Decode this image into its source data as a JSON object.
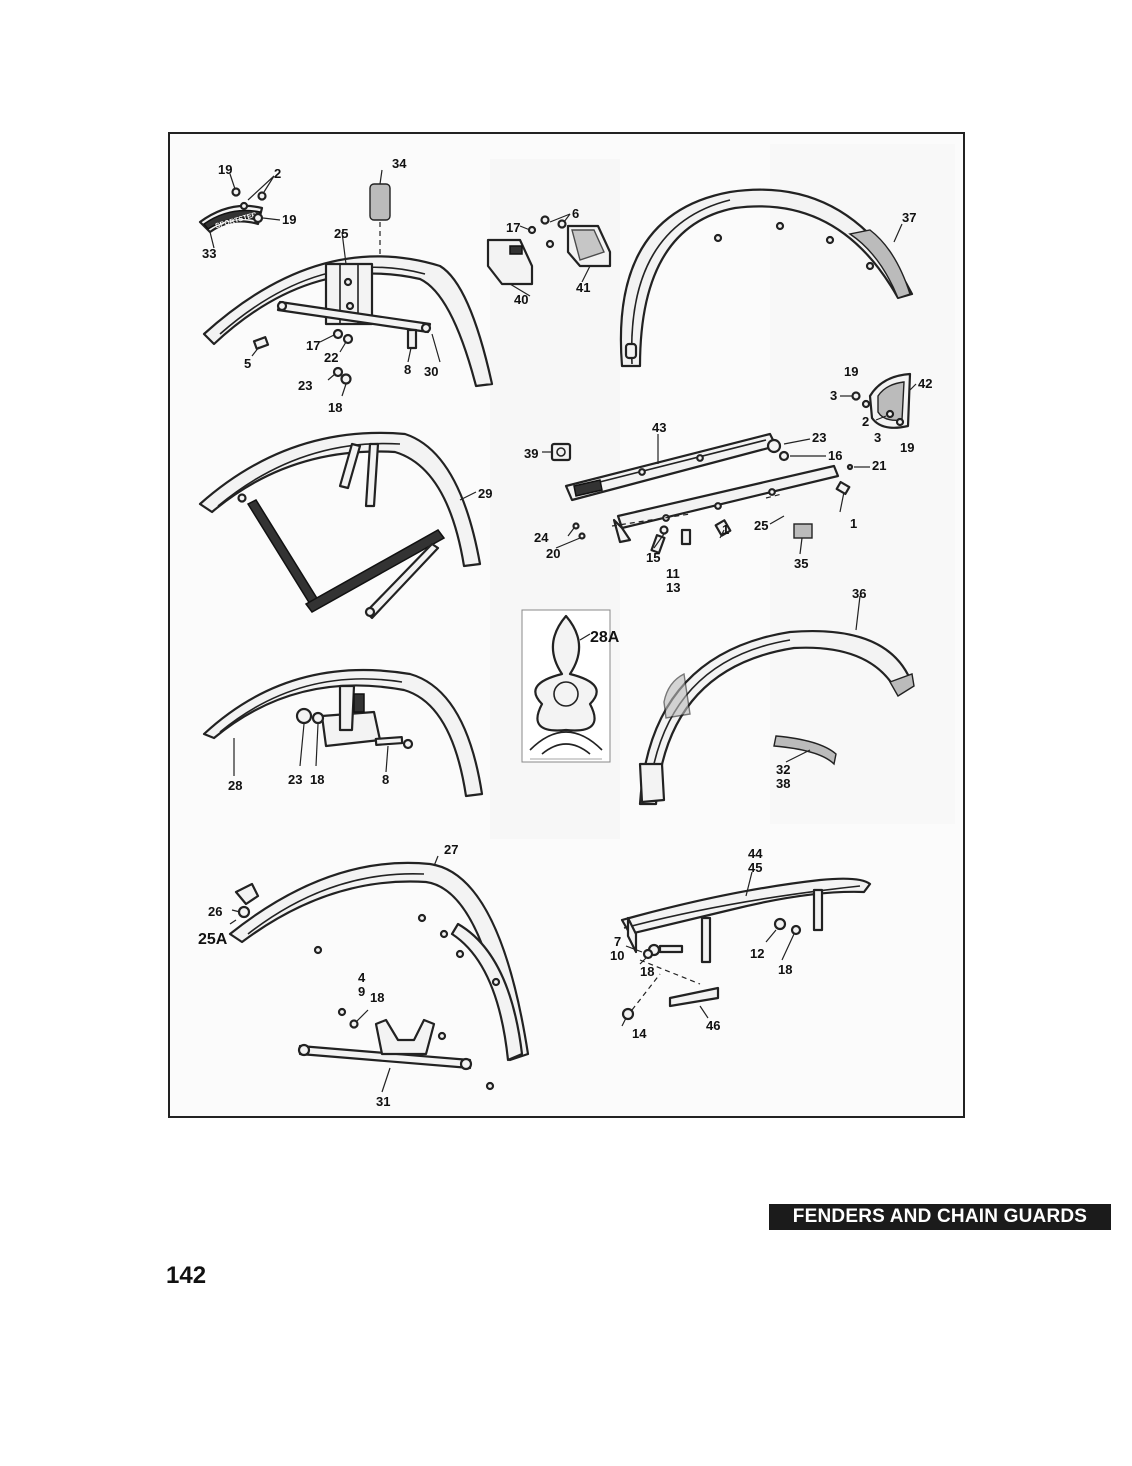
{
  "page": {
    "title": "FENDERS AND CHAIN GUARDS",
    "page_number": "142"
  },
  "callouts": {
    "c19a": "19",
    "c2a": "2",
    "c19b": "19",
    "c33": "33",
    "c34": "34",
    "c25a": "25",
    "c5": "5",
    "c17a": "17",
    "c22": "22",
    "c8a": "8",
    "c30": "30",
    "c23a": "23",
    "c18a": "18",
    "c17b": "17",
    "c6": "6",
    "c40": "40",
    "c41": "41",
    "c37": "37",
    "c19c": "19",
    "c42": "42",
    "c3a": "3",
    "c2b": "2",
    "c3b": "3",
    "c19d": "19",
    "c29": "29",
    "c39": "39",
    "c43": "43",
    "c23b": "23",
    "c16": "16",
    "c21": "21",
    "c24": "24",
    "c20": "20",
    "c15": "15",
    "c11": "11",
    "c13": "13",
    "c1a": "1",
    "c1b": "1",
    "c25b": "25",
    "c35": "35",
    "c28A": "28A",
    "c36": "36",
    "c28": "28",
    "c23c": "23",
    "c18b": "18",
    "c8b": "8",
    "c32": "32",
    "c38": "38",
    "c27": "27",
    "c26": "26",
    "c25A": "25A",
    "c4": "4",
    "c9": "9",
    "c18c": "18",
    "c31": "31",
    "c44": "44",
    "c45": "45",
    "c7": "7",
    "c10": "10",
    "c18d": "18",
    "c12": "12",
    "c18e": "18",
    "c14": "14",
    "c46": "46"
  },
  "emblem": {
    "text": "SPORTSTER"
  }
}
